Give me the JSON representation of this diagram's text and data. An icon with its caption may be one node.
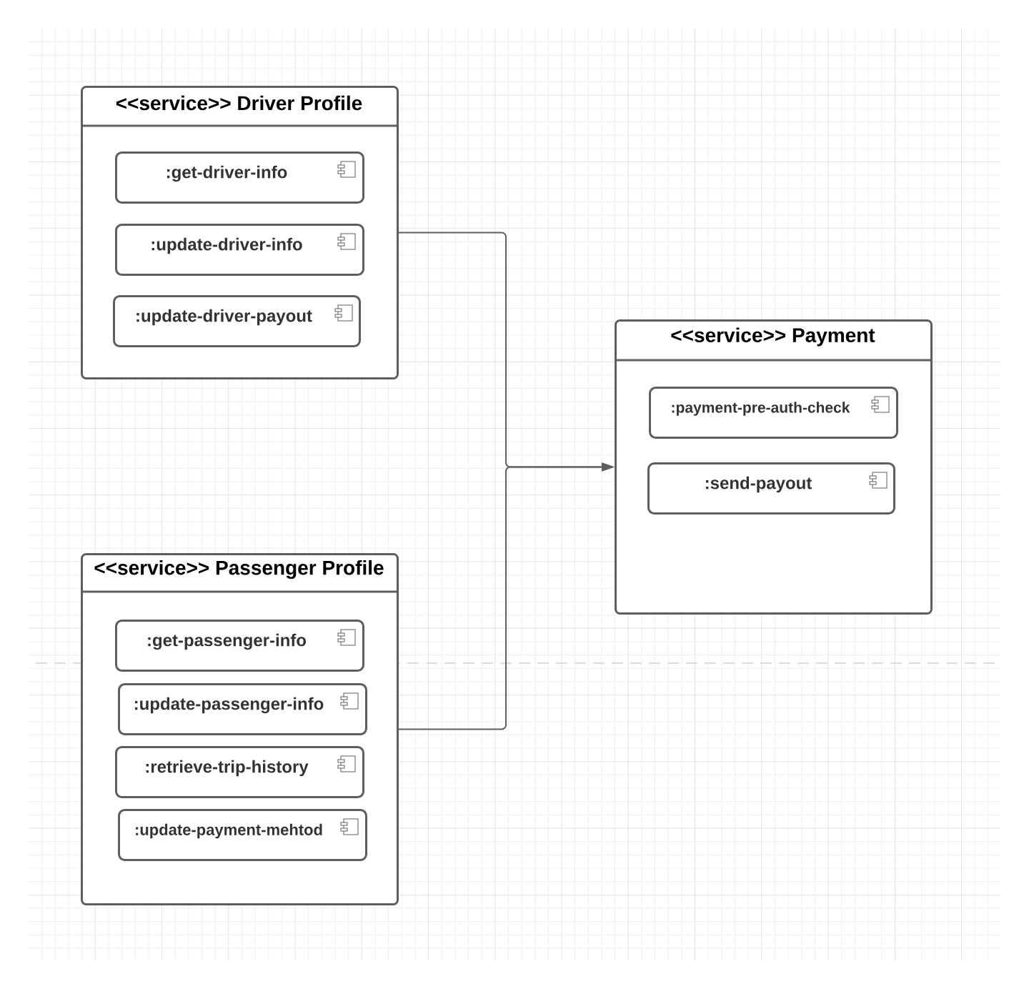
{
  "diagram": {
    "nodes": [
      {
        "text": [
          "<<service>> Driver Profile"
        ]
      },
      {
        "text": [
          ":get-driver-info"
        ],
        "in": 0
      },
      {
        "text": [
          ":update-driver-info"
        ],
        "in": 0
      },
      {
        "text": [
          ":update-driver-payout"
        ],
        "in": 0
      },
      {
        "text": [
          "<<service>> Payment"
        ]
      },
      {
        "text": [
          ":payment-pre-auth-check"
        ],
        "in": 4
      },
      {
        "text": [
          ":send-payout"
        ],
        "in": 4
      },
      {
        "text": [
          "<<service>> Passenger Profile"
        ]
      },
      {
        "text": [
          ":get-passenger-info"
        ],
        "in": 7
      },
      {
        "text": [
          ":update-passenger-info"
        ],
        "in": 7
      },
      {
        "text": [
          ":retrieve-trip-history"
        ],
        "in": 7
      },
      {
        "text": [
          ":update-payment-mehtod"
        ],
        "in": 7
      }
    ],
    "edges": [
      {
        "from": 0,
        "to": 4,
        "arrow": "to"
      },
      {
        "from": 7,
        "to": 4,
        "arrow": "to"
      }
    ]
  }
}
